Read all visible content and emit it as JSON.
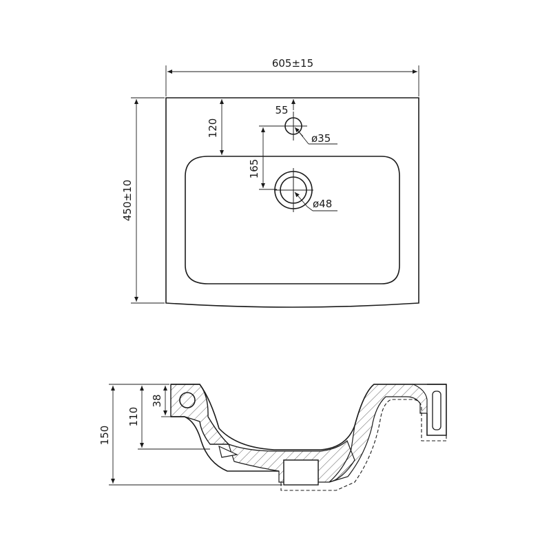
{
  "top_view": {
    "width_label": "605±15",
    "depth_label": "450±10",
    "tap_offset_label": "120",
    "tap_from_edge_label": "55",
    "tap_hole_label": "ø35",
    "drain_offset_label": "165",
    "drain_hole_label": "ø48"
  },
  "side_view": {
    "total_height_label": "150",
    "rim_height_label": "110",
    "overflow_height_label": "38"
  }
}
